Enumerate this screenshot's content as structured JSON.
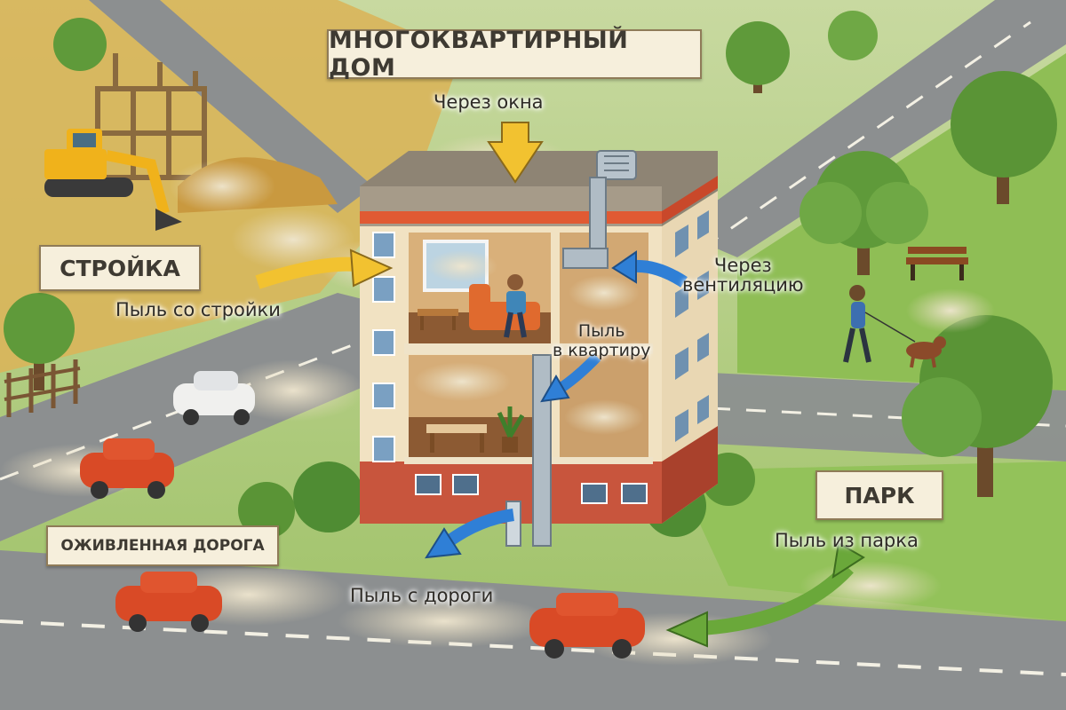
{
  "title": "МНОГОКВАРТИРНЫЙ ДОМ",
  "zones": {
    "construction": "СТРОЙКА",
    "park": "ПАРК",
    "road": "ОЖИВЛЕННАЯ ДОРОГА"
  },
  "labels": {
    "through_windows": "Через окна",
    "through_ventilation_line1": "Через",
    "through_ventilation_line2": "вентиляцию",
    "dust_from_construction": "Пыль со стройки",
    "dust_into_apartment_line1": "Пыль",
    "dust_into_apartment_line2": "в квартиру",
    "dust_from_road": "Пыль с дороги",
    "dust_from_park": "Пыль из парка"
  },
  "colors": {
    "arrow_construction": "#f2c230",
    "arrow_vent": "#2f7fd6",
    "arrow_road": "#2f7fd6",
    "arrow_park": "#6aa83a",
    "brick": "#c8553d",
    "grass": "#7fb24a",
    "road": "#8c8f90",
    "sand": "#d9b55a"
  },
  "icons": [
    "excavator-icon",
    "construction-frame-icon",
    "car-icon",
    "tree-icon",
    "bench-icon",
    "person-walking-dog-icon",
    "sofa-icon",
    "plant-icon",
    "vent-duct-icon"
  ]
}
